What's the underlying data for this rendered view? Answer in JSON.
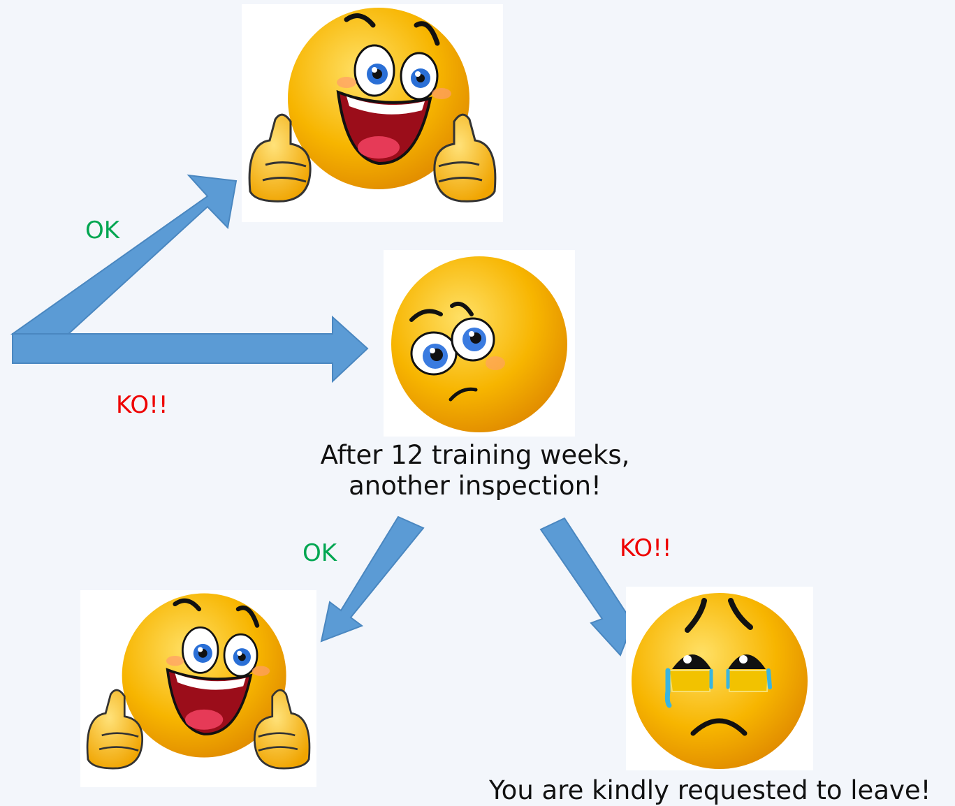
{
  "labels": {
    "ok_top": "OK",
    "ko_top": "KO!!",
    "ok_bottom": "OK",
    "ko_bottom": "KO!!"
  },
  "captions": {
    "inspection_line1": "After 12 training weeks,",
    "inspection_line2": "another inspection!",
    "leave": "You are kindly requested to leave!"
  },
  "emoji": {
    "happy_top": "happy-thumbs-up-icon",
    "worried_middle": "worried-face-icon",
    "happy_bottom": "happy-thumbs-up-icon",
    "crying_bottom": "crying-face-icon"
  },
  "colors": {
    "ok": "#00a651",
    "ko": "#ee0000",
    "arrow": "#5b9bd5",
    "face": "#f5b400"
  }
}
